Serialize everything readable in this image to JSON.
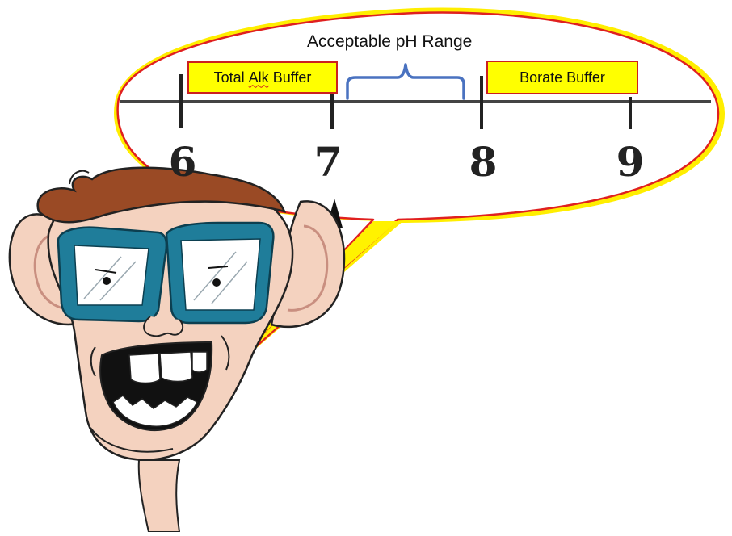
{
  "diagram": {
    "range_title": "Acceptable pH Range",
    "total_alk_label_word1": "Total",
    "total_alk_label_word2": "Alk",
    "total_alk_label_word3": "Buffer",
    "borate_label": "Borate Buffer",
    "ticks": [
      "6",
      "7",
      "8",
      "9"
    ],
    "colors": {
      "bubble_fill": "#ffffff",
      "bubble_border": "#e02020",
      "bubble_glow": "#ffee00",
      "label_fill": "#ffff00",
      "label_border": "#cc2020",
      "bracket": "#4a72c0",
      "glasses": "#1f7d9a",
      "hair": "#9a4a25",
      "skin": "#f4d2bf"
    },
    "icons": [
      "cartoon-nerd-face",
      "speech-bubble",
      "curly-bracket",
      "arrow-up"
    ]
  }
}
